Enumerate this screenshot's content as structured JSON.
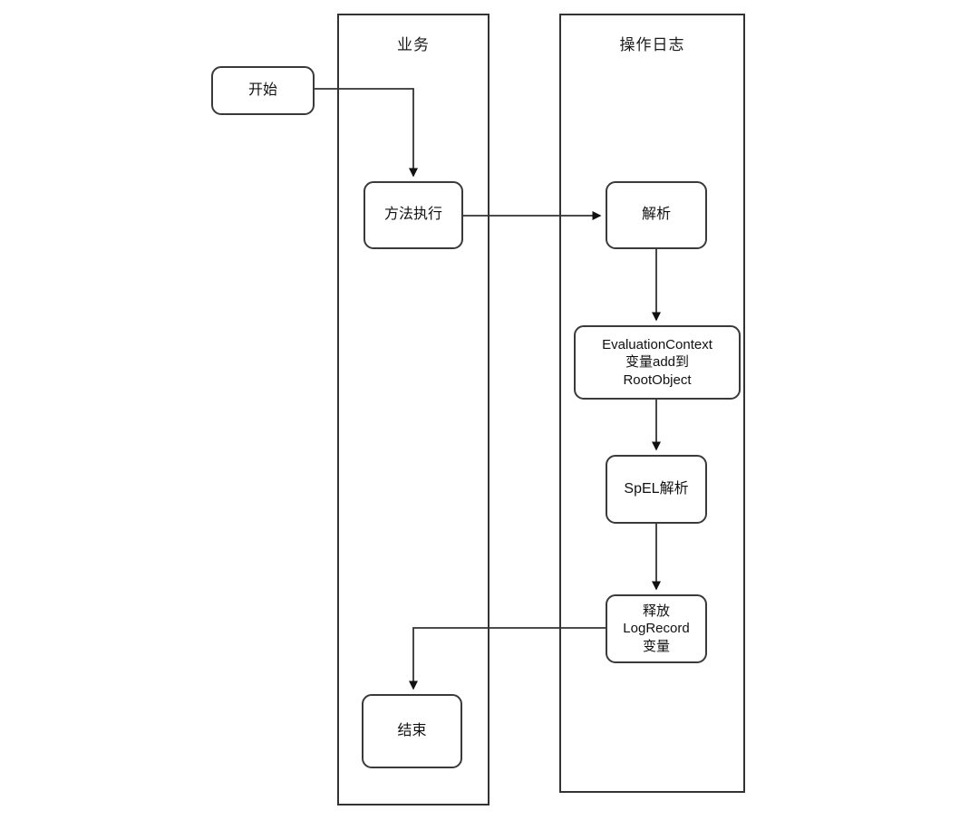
{
  "diagram": {
    "lanes": [
      {
        "id": "business",
        "title": "业务"
      },
      {
        "id": "oplog",
        "title": "操作日志"
      }
    ],
    "nodes": [
      {
        "id": "start",
        "label": "开始"
      },
      {
        "id": "method-exec",
        "label": "方法执行"
      },
      {
        "id": "parse",
        "label": "解析"
      },
      {
        "id": "eval-context",
        "label": "EvaluationContext\n变量add到\nRootObject"
      },
      {
        "id": "spel-parse",
        "label": "SpEL解析"
      },
      {
        "id": "release-logrecord",
        "label": "释放\nLogRecord\n变量"
      },
      {
        "id": "end",
        "label": "结束"
      }
    ],
    "edges": [
      {
        "from": "start",
        "to": "method-exec"
      },
      {
        "from": "method-exec",
        "to": "parse"
      },
      {
        "from": "parse",
        "to": "eval-context"
      },
      {
        "from": "eval-context",
        "to": "spel-parse"
      },
      {
        "from": "spel-parse",
        "to": "release-logrecord"
      },
      {
        "from": "release-logrecord",
        "to": "end"
      }
    ],
    "colors": {
      "stroke": "#333333",
      "node_fill": "#ffffff",
      "background": "#ffffff"
    }
  }
}
